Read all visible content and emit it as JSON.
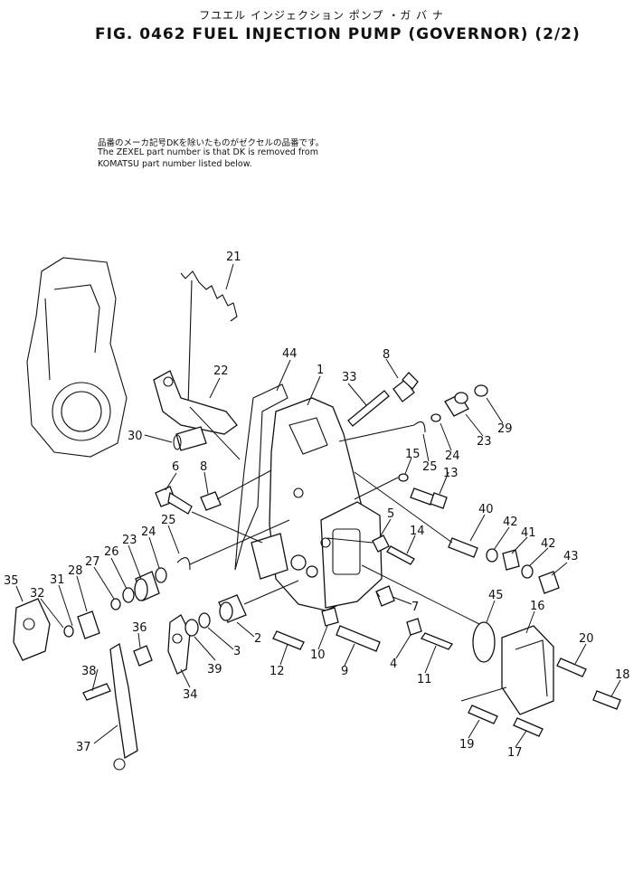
{
  "header": {
    "jp_title": "フユエル インジェクション ポンプ ・ガ バ ナ",
    "fig_title": "FIG. 0462  FUEL  INJECTION  PUMP  (GOVERNOR)  (2/2)"
  },
  "note": {
    "line1": "品番のメーカ記号DKを除いたものがゼクセルの品番です。",
    "line2": "The ZEXEL part number is that DK is removed from",
    "line3": "KOMATSU part number listed below."
  },
  "callouts": [
    {
      "id": "21",
      "label": "21"
    },
    {
      "id": "22",
      "label": "22"
    },
    {
      "id": "44",
      "label": "44"
    },
    {
      "id": "1",
      "label": "1"
    },
    {
      "id": "33",
      "label": "33"
    },
    {
      "id": "8a",
      "label": "8"
    },
    {
      "id": "29",
      "label": "29"
    },
    {
      "id": "23a",
      "label": "23"
    },
    {
      "id": "24a",
      "label": "24"
    },
    {
      "id": "25a",
      "label": "25"
    },
    {
      "id": "15",
      "label": "15"
    },
    {
      "id": "13",
      "label": "13"
    },
    {
      "id": "30",
      "label": "30"
    },
    {
      "id": "6",
      "label": "6"
    },
    {
      "id": "8b",
      "label": "8"
    },
    {
      "id": "5",
      "label": "5"
    },
    {
      "id": "14",
      "label": "14"
    },
    {
      "id": "40",
      "label": "40"
    },
    {
      "id": "42a",
      "label": "42"
    },
    {
      "id": "41",
      "label": "41"
    },
    {
      "id": "42b",
      "label": "42"
    },
    {
      "id": "43",
      "label": "43"
    },
    {
      "id": "25b",
      "label": "25"
    },
    {
      "id": "24b",
      "label": "24"
    },
    {
      "id": "23b",
      "label": "23"
    },
    {
      "id": "26",
      "label": "26"
    },
    {
      "id": "27",
      "label": "27"
    },
    {
      "id": "28",
      "label": "28"
    },
    {
      "id": "31",
      "label": "31"
    },
    {
      "id": "32",
      "label": "32"
    },
    {
      "id": "35",
      "label": "35"
    },
    {
      "id": "7",
      "label": "7"
    },
    {
      "id": "45",
      "label": "45"
    },
    {
      "id": "16",
      "label": "16"
    },
    {
      "id": "36",
      "label": "36"
    },
    {
      "id": "2",
      "label": "2"
    },
    {
      "id": "3",
      "label": "3"
    },
    {
      "id": "39",
      "label": "39"
    },
    {
      "id": "10",
      "label": "10"
    },
    {
      "id": "4",
      "label": "4"
    },
    {
      "id": "12",
      "label": "12"
    },
    {
      "id": "9",
      "label": "9"
    },
    {
      "id": "11",
      "label": "11"
    },
    {
      "id": "20",
      "label": "20"
    },
    {
      "id": "38",
      "label": "38"
    },
    {
      "id": "34",
      "label": "34"
    },
    {
      "id": "18",
      "label": "18"
    },
    {
      "id": "37",
      "label": "37"
    },
    {
      "id": "19",
      "label": "19"
    },
    {
      "id": "17",
      "label": "17"
    }
  ]
}
